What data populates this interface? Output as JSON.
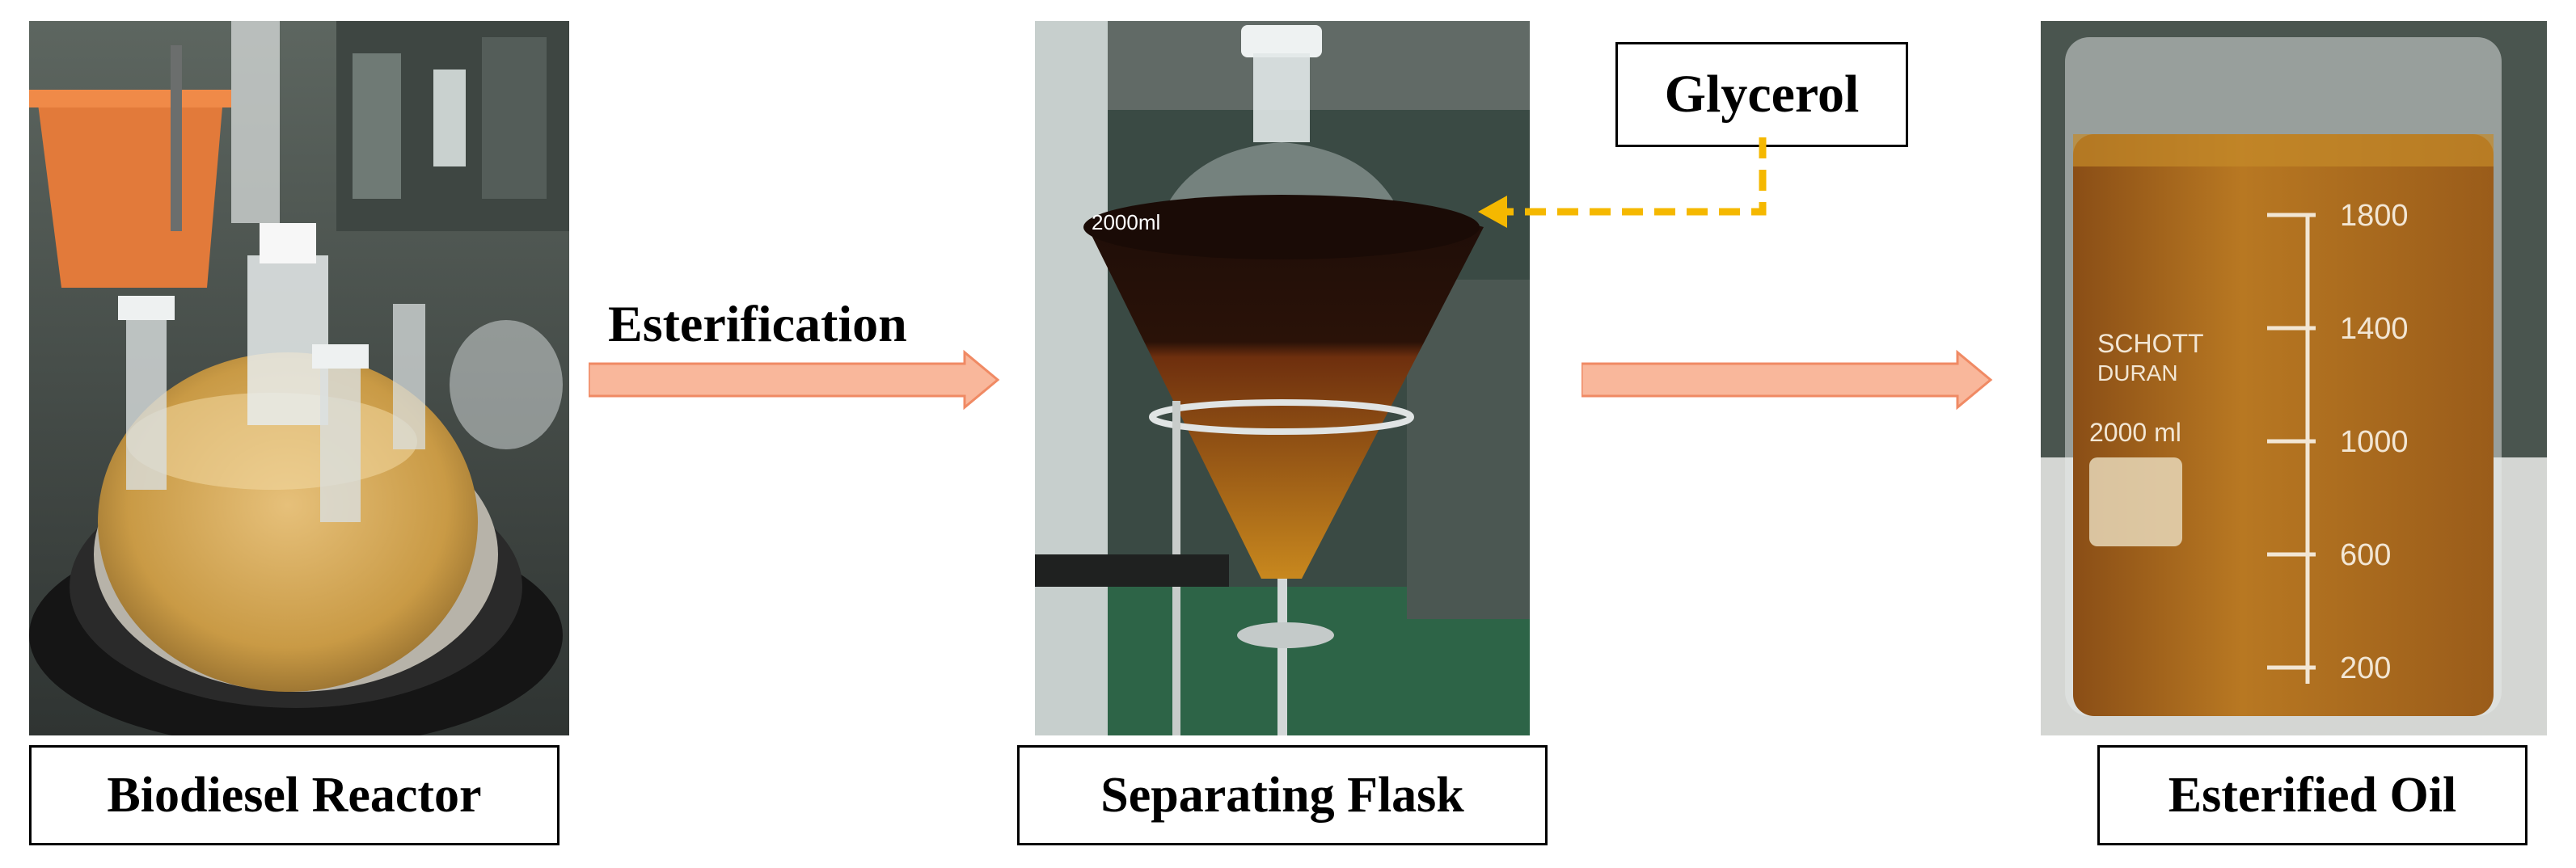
{
  "labels": {
    "reactor": "Biodiesel Reactor",
    "flask": "Separating Flask",
    "oil": "Esterified Oil",
    "glycerol": "Glycerol",
    "step": "Esterification"
  },
  "beaker_text": {
    "brand1": "SCHOTT",
    "brand2": "DURAN",
    "volume": "2000 ml",
    "ticks": [
      "1800",
      "1400",
      "1000",
      "600",
      "200"
    ]
  },
  "flask_text": {
    "volume": "2000ml"
  },
  "colors": {
    "arrow": "#f9b79b",
    "arrow_stroke": "#f08a64",
    "glycerol_arrow": "#f5b800",
    "oil": "#a86a1c"
  }
}
